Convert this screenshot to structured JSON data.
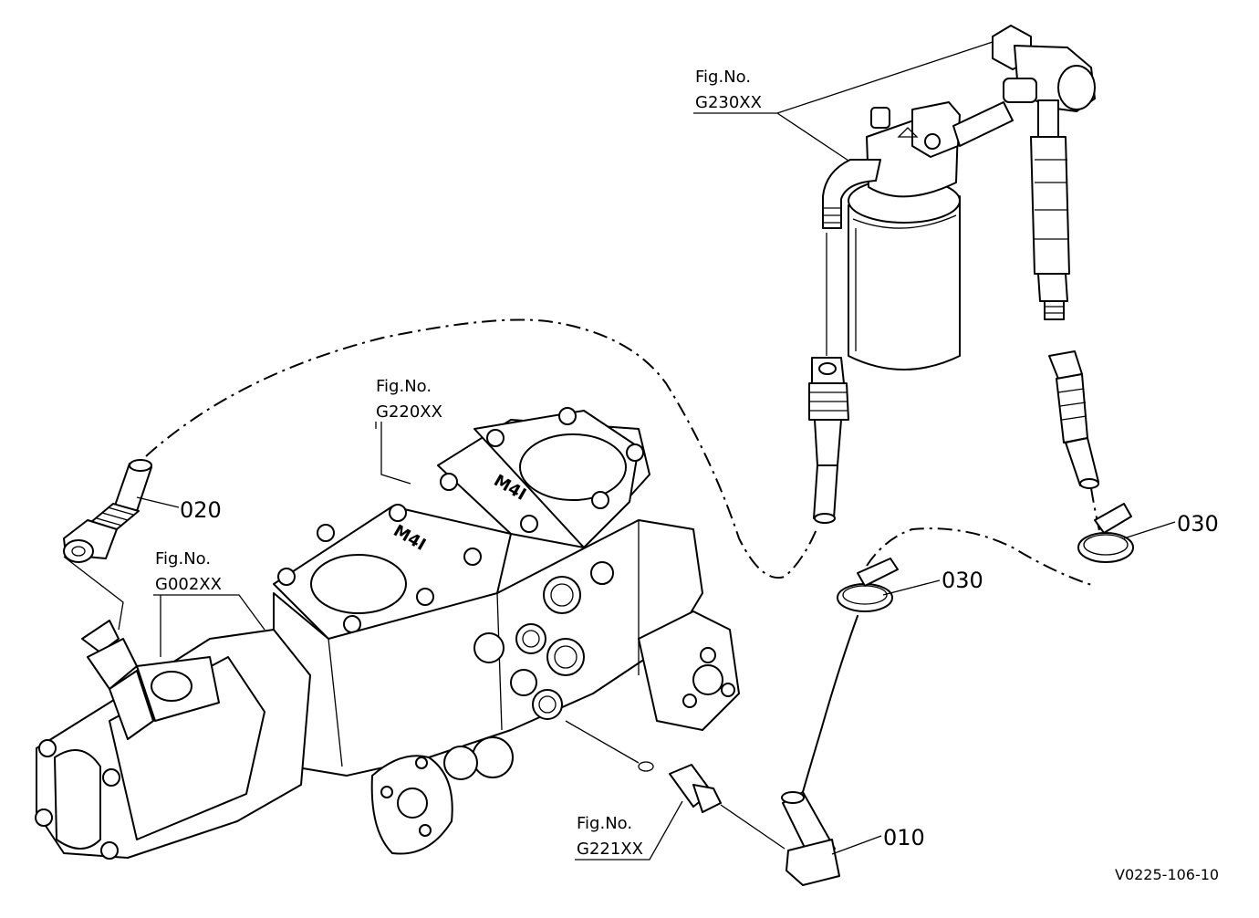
{
  "diagram": {
    "fig_refs": [
      {
        "id": "g230",
        "title": "Fig.No.",
        "code": "G230XX"
      },
      {
        "id": "g220",
        "title": "Fig.No.",
        "code": "G220XX"
      },
      {
        "id": "g002",
        "title": "Fig.No.",
        "code": "G002XX"
      },
      {
        "id": "g221",
        "title": "Fig.No.",
        "code": "G221XX"
      }
    ],
    "part_callouts": {
      "p020": "020",
      "p030a": "030",
      "p030b": "030",
      "p010": "010"
    },
    "valve_marks": {
      "a": "M4I",
      "b": "M4I"
    },
    "drawing_code": "V0225-106-10"
  }
}
